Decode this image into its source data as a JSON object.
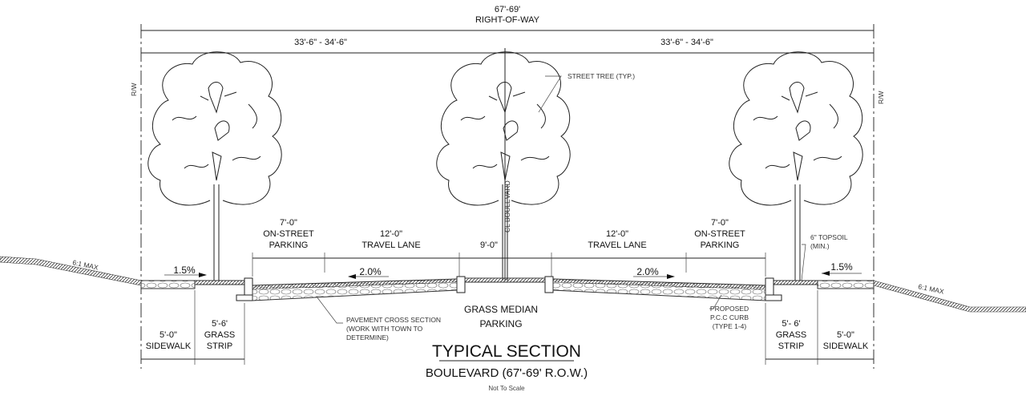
{
  "dimensions": {
    "total": "67'-69'",
    "total_label": "RIGHT-OF-WAY",
    "half_left": "33'-6\" - 34'-6\"",
    "half_right": "33'-6\" - 34'-6\"",
    "rw_left": "R/W",
    "rw_right": "R/W",
    "centerline": "CL BOULEVARD"
  },
  "lanes": {
    "parking_left": {
      "width": "7'-0\"",
      "line1": "ON-STREET",
      "line2": "PARKING"
    },
    "travel_left": {
      "width": "12'-0\"",
      "label": "TRAVEL LANE"
    },
    "median": {
      "width": "9'-0\"",
      "line1": "GRASS MEDIAN",
      "line2": "PARKING"
    },
    "travel_right": {
      "width": "12'-0\"",
      "label": "TRAVEL LANE"
    },
    "parking_right": {
      "width": "7'-0\"",
      "line1": "ON-STREET",
      "line2": "PARKING"
    }
  },
  "bottom": {
    "sidewalk_left": {
      "width": "5'-0\"",
      "label": "SIDEWALK"
    },
    "grass_left": {
      "width": "5'-6'",
      "line1": "GRASS",
      "line2": "STRIP"
    },
    "grass_right": {
      "width": "5'- 6'",
      "line1": "GRASS",
      "line2": "STRIP"
    },
    "sidewalk_right": {
      "width": "5'-0\"",
      "label": "SIDEWALK"
    }
  },
  "slopes": {
    "sidewalk_left": "1.5%",
    "road_left": "2.0%",
    "road_right": "2.0%",
    "sidewalk_right": "1.5%",
    "embankment_left": "6:1 MAX",
    "embankment_right": "6:1 MAX"
  },
  "notes": {
    "street_tree": "STREET TREE (TYP.)",
    "topsoil_1": "6\" TOPSOIL",
    "topsoil_2": "(MIN.)",
    "pavement_1": "PAVEMENT CROSS SECTION",
    "pavement_2": "(WORK WITH TOWN TO",
    "pavement_3": "DETERMINE)",
    "curb_1": "PROPOSED",
    "curb_2": "P.C.C CURB",
    "curb_3": "(TYPE 1-4)"
  },
  "title": {
    "main": "TYPICAL SECTION",
    "sub": "BOULEVARD (67'-69' R.O.W.)",
    "scale": "Not To Scale"
  }
}
